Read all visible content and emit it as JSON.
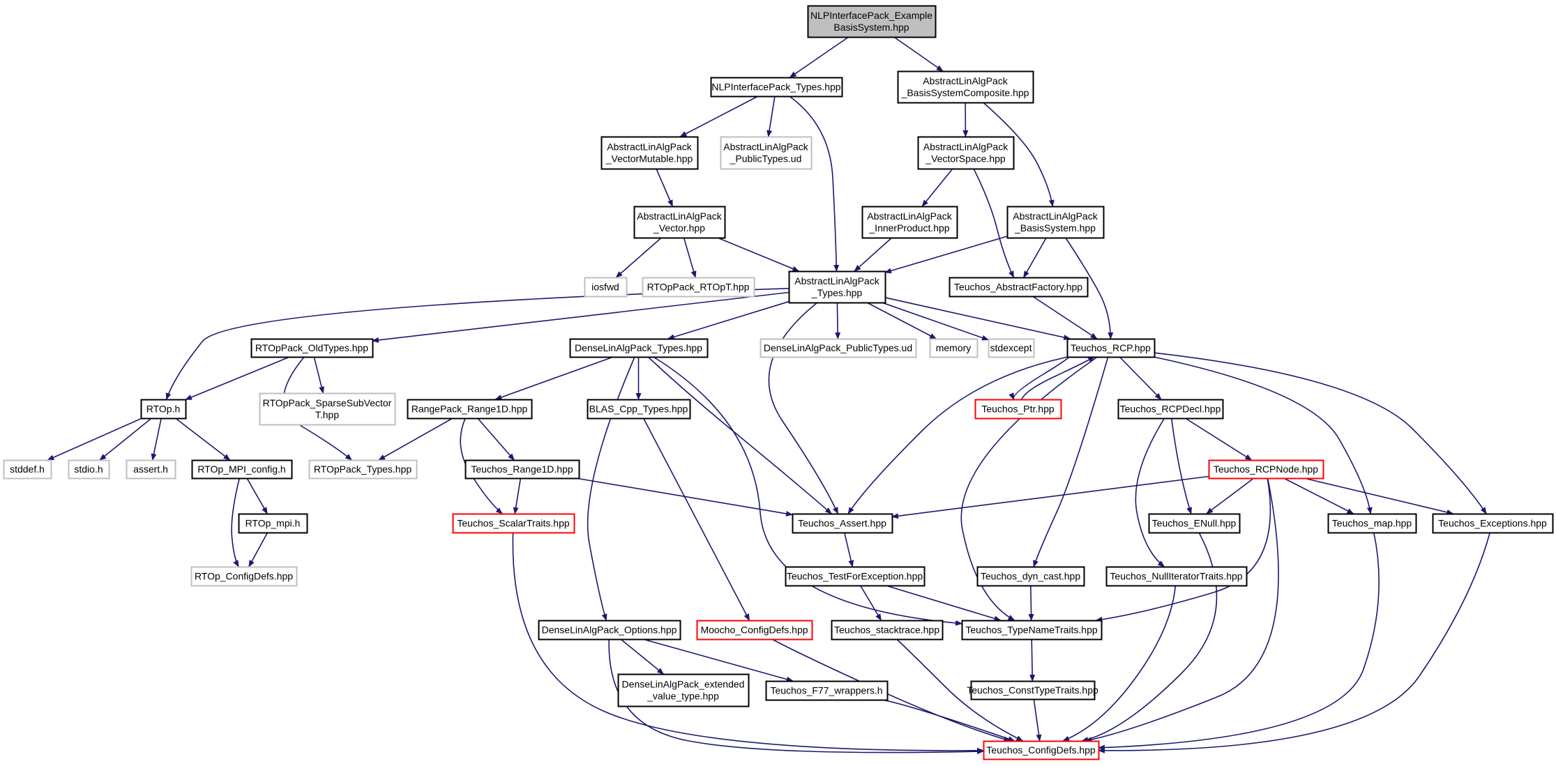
{
  "colors": {
    "edge": "#191970",
    "node_border": "#000000",
    "node_border_undocumented": "#bfbfbf",
    "node_border_truncated": "#ff0000",
    "root_fill": "#bfbfbf",
    "node_fill": "#ffffff",
    "text": "#000000"
  },
  "nodes": [
    {
      "id": "root",
      "lines": [
        "NLPInterfacePack_Example",
        "BasisSystem.hpp"
      ],
      "style": "root"
    },
    {
      "id": "nlp_types",
      "lines": [
        "NLPInterfacePack_Types.hpp"
      ],
      "style": "normal"
    },
    {
      "id": "ala_bscomp",
      "lines": [
        "AbstractLinAlgPack",
        "_BasisSystemComposite.hpp"
      ],
      "style": "normal"
    },
    {
      "id": "ala_vecmut",
      "lines": [
        "AbstractLinAlgPack",
        "_VectorMutable.hpp"
      ],
      "style": "normal"
    },
    {
      "id": "ala_pubtypes",
      "lines": [
        "AbstractLinAlgPack",
        "_PublicTypes.ud"
      ],
      "style": "gray"
    },
    {
      "id": "ala_vecspace",
      "lines": [
        "AbstractLinAlgPack",
        "_VectorSpace.hpp"
      ],
      "style": "normal"
    },
    {
      "id": "ala_vector",
      "lines": [
        "AbstractLinAlgPack",
        "_Vector.hpp"
      ],
      "style": "normal"
    },
    {
      "id": "ala_innerprod",
      "lines": [
        "AbstractLinAlgPack",
        "_InnerProduct.hpp"
      ],
      "style": "normal"
    },
    {
      "id": "ala_basissys",
      "lines": [
        "AbstractLinAlgPack",
        "_BasisSystem.hpp"
      ],
      "style": "normal"
    },
    {
      "id": "iosfwd",
      "lines": [
        "iosfwd"
      ],
      "style": "gray"
    },
    {
      "id": "rtop_rtopt",
      "lines": [
        "RTOpPack_RTOpT.hpp"
      ],
      "style": "gray"
    },
    {
      "id": "ala_types",
      "lines": [
        "AbstractLinAlgPack",
        "_Types.hpp"
      ],
      "style": "normal"
    },
    {
      "id": "teuchos_absfact",
      "lines": [
        "Teuchos_AbstractFactory.hpp"
      ],
      "style": "normal"
    },
    {
      "id": "rtop_oldtypes",
      "lines": [
        "RTOpPack_OldTypes.hpp"
      ],
      "style": "normal"
    },
    {
      "id": "dla_types",
      "lines": [
        "DenseLinAlgPack_Types.hpp"
      ],
      "style": "normal"
    },
    {
      "id": "dla_pubtypes",
      "lines": [
        "DenseLinAlgPack_PublicTypes.ud"
      ],
      "style": "gray"
    },
    {
      "id": "memory",
      "lines": [
        "memory"
      ],
      "style": "gray"
    },
    {
      "id": "stdexcept",
      "lines": [
        "stdexcept"
      ],
      "style": "gray"
    },
    {
      "id": "teuchos_rcp",
      "lines": [
        "Teuchos_RCP.hpp"
      ],
      "style": "normal"
    },
    {
      "id": "rtop_h",
      "lines": [
        "RTOp.h"
      ],
      "style": "normal"
    },
    {
      "id": "rtop_sparse",
      "lines": [
        "RTOpPack_SparseSubVector",
        "T.hpp"
      ],
      "style": "gray"
    },
    {
      "id": "range_1d",
      "lines": [
        "RangePack_Range1D.hpp"
      ],
      "style": "normal"
    },
    {
      "id": "blas_cpp",
      "lines": [
        "BLAS_Cpp_Types.hpp"
      ],
      "style": "normal"
    },
    {
      "id": "teuchos_ptr",
      "lines": [
        "Teuchos_Ptr.hpp"
      ],
      "style": "red"
    },
    {
      "id": "teuchos_rcpdecl",
      "lines": [
        "Teuchos_RCPDecl.hpp"
      ],
      "style": "normal"
    },
    {
      "id": "stddef",
      "lines": [
        "stddef.h"
      ],
      "style": "gray"
    },
    {
      "id": "stdio",
      "lines": [
        "stdio.h"
      ],
      "style": "gray"
    },
    {
      "id": "assert",
      "lines": [
        "assert.h"
      ],
      "style": "gray"
    },
    {
      "id": "rtop_mpi_config",
      "lines": [
        "RTOp_MPI_config.h"
      ],
      "style": "normal"
    },
    {
      "id": "rtop_types",
      "lines": [
        "RTOpPack_Types.hpp"
      ],
      "style": "gray"
    },
    {
      "id": "teuchos_range1d",
      "lines": [
        "Teuchos_Range1D.hpp"
      ],
      "style": "normal"
    },
    {
      "id": "teuchos_rcpnode",
      "lines": [
        "Teuchos_RCPNode.hpp"
      ],
      "style": "red"
    },
    {
      "id": "rtop_mpi",
      "lines": [
        "RTOp_mpi.h"
      ],
      "style": "normal"
    },
    {
      "id": "teuchos_scalar",
      "lines": [
        "Teuchos_ScalarTraits.hpp"
      ],
      "style": "red"
    },
    {
      "id": "teuchos_assert",
      "lines": [
        "Teuchos_Assert.hpp"
      ],
      "style": "normal"
    },
    {
      "id": "teuchos_enull",
      "lines": [
        "Teuchos_ENull.hpp"
      ],
      "style": "normal"
    },
    {
      "id": "teuchos_map",
      "lines": [
        "Teuchos_map.hpp"
      ],
      "style": "normal"
    },
    {
      "id": "teuchos_exceptions",
      "lines": [
        "Teuchos_Exceptions.hpp"
      ],
      "style": "normal"
    },
    {
      "id": "rtop_configdefs",
      "lines": [
        "RTOp_ConfigDefs.hpp"
      ],
      "style": "gray"
    },
    {
      "id": "teuchos_testfor",
      "lines": [
        "Teuchos_TestForException.hpp"
      ],
      "style": "normal"
    },
    {
      "id": "teuchos_dyncast",
      "lines": [
        "Teuchos_dyn_cast.hpp"
      ],
      "style": "normal"
    },
    {
      "id": "teuchos_nulliter",
      "lines": [
        "Teuchos_NullIteratorTraits.hpp"
      ],
      "style": "normal"
    },
    {
      "id": "dla_options",
      "lines": [
        "DenseLinAlgPack_Options.hpp"
      ],
      "style": "normal"
    },
    {
      "id": "moocho_config",
      "lines": [
        "Moocho_ConfigDefs.hpp"
      ],
      "style": "red"
    },
    {
      "id": "teuchos_stacktrace",
      "lines": [
        "Teuchos_stacktrace.hpp"
      ],
      "style": "normal"
    },
    {
      "id": "teuchos_typename",
      "lines": [
        "Teuchos_TypeNameTraits.hpp"
      ],
      "style": "normal"
    },
    {
      "id": "dla_extended",
      "lines": [
        "DenseLinAlgPack_extended",
        "_value_type.hpp"
      ],
      "style": "normal"
    },
    {
      "id": "teuchos_f77",
      "lines": [
        "Teuchos_F77_wrappers.h"
      ],
      "style": "normal"
    },
    {
      "id": "teuchos_consttype",
      "lines": [
        "Teuchos_ConstTypeTraits.hpp"
      ],
      "style": "normal"
    },
    {
      "id": "teuchos_configdefs",
      "lines": [
        "Teuchos_ConfigDefs.hpp"
      ],
      "style": "red"
    }
  ],
  "edges": [
    [
      "root",
      "nlp_types"
    ],
    [
      "root",
      "ala_bscomp"
    ],
    [
      "nlp_types",
      "ala_vecmut"
    ],
    [
      "nlp_types",
      "ala_pubtypes"
    ],
    [
      "nlp_types",
      "ala_types"
    ],
    [
      "ala_bscomp",
      "ala_vecspace"
    ],
    [
      "ala_bscomp",
      "ala_basissys"
    ],
    [
      "ala_vecmut",
      "ala_vector"
    ],
    [
      "ala_vecspace",
      "ala_innerprod"
    ],
    [
      "ala_vecspace",
      "teuchos_absfact"
    ],
    [
      "ala_vector",
      "iosfwd"
    ],
    [
      "ala_vector",
      "rtop_rtopt"
    ],
    [
      "ala_vector",
      "ala_types"
    ],
    [
      "ala_innerprod",
      "ala_types"
    ],
    [
      "ala_basissys",
      "ala_types"
    ],
    [
      "ala_basissys",
      "teuchos_absfact"
    ],
    [
      "ala_basissys",
      "teuchos_rcp"
    ],
    [
      "teuchos_absfact",
      "teuchos_rcp"
    ],
    [
      "ala_types",
      "rtop_h"
    ],
    [
      "ala_types",
      "rtop_oldtypes"
    ],
    [
      "ala_types",
      "dla_types"
    ],
    [
      "ala_types",
      "dla_pubtypes"
    ],
    [
      "ala_types",
      "memory"
    ],
    [
      "ala_types",
      "stdexcept"
    ],
    [
      "ala_types",
      "teuchos_rcp"
    ],
    [
      "ala_types",
      "teuchos_assert"
    ],
    [
      "rtop_oldtypes",
      "rtop_h"
    ],
    [
      "rtop_oldtypes",
      "rtop_sparse"
    ],
    [
      "rtop_oldtypes",
      "rtop_types"
    ],
    [
      "dla_types",
      "range_1d"
    ],
    [
      "dla_types",
      "blas_cpp"
    ],
    [
      "dla_types",
      "dla_options"
    ],
    [
      "dla_types",
      "teuchos_assert"
    ],
    [
      "dla_types",
      "teuchos_typename"
    ],
    [
      "teuchos_rcp",
      "teuchos_ptr"
    ],
    [
      "teuchos_ptr",
      "teuchos_rcp"
    ],
    [
      "teuchos_rcp",
      "teuchos_rcpdecl"
    ],
    [
      "teuchos_rcp",
      "teuchos_assert"
    ],
    [
      "teuchos_rcp",
      "teuchos_typename"
    ],
    [
      "teuchos_rcp",
      "teuchos_dyncast"
    ],
    [
      "teuchos_rcp",
      "teuchos_map"
    ],
    [
      "teuchos_rcp",
      "teuchos_exceptions"
    ],
    [
      "rtop_h",
      "stddef"
    ],
    [
      "rtop_h",
      "stdio"
    ],
    [
      "rtop_h",
      "assert"
    ],
    [
      "rtop_h",
      "rtop_mpi_config"
    ],
    [
      "range_1d",
      "rtop_types"
    ],
    [
      "range_1d",
      "teuchos_range1d"
    ],
    [
      "range_1d",
      "teuchos_scalar"
    ],
    [
      "blas_cpp",
      "moocho_config"
    ],
    [
      "teuchos_rcpdecl",
      "teuchos_rcpnode"
    ],
    [
      "teuchos_rcpdecl",
      "teuchos_enull"
    ],
    [
      "teuchos_rcpdecl",
      "teuchos_nulliter"
    ],
    [
      "rtop_mpi_config",
      "rtop_mpi"
    ],
    [
      "rtop_mpi_config",
      "rtop_configdefs"
    ],
    [
      "rtop_mpi",
      "rtop_configdefs"
    ],
    [
      "teuchos_range1d",
      "teuchos_scalar"
    ],
    [
      "teuchos_range1d",
      "teuchos_assert"
    ],
    [
      "teuchos_rcpnode",
      "teuchos_assert"
    ],
    [
      "teuchos_rcpnode",
      "teuchos_enull"
    ],
    [
      "teuchos_rcpnode",
      "teuchos_map"
    ],
    [
      "teuchos_rcpnode",
      "teuchos_exceptions"
    ],
    [
      "teuchos_rcpnode",
      "teuchos_typename"
    ],
    [
      "teuchos_rcpnode",
      "teuchos_configdefs"
    ],
    [
      "teuchos_scalar",
      "teuchos_configdefs"
    ],
    [
      "teuchos_assert",
      "teuchos_testfor"
    ],
    [
      "teuchos_enull",
      "teuchos_configdefs"
    ],
    [
      "teuchos_map",
      "teuchos_configdefs"
    ],
    [
      "teuchos_exceptions",
      "teuchos_configdefs"
    ],
    [
      "teuchos_testfor",
      "teuchos_stacktrace"
    ],
    [
      "teuchos_testfor",
      "teuchos_typename"
    ],
    [
      "teuchos_dyncast",
      "teuchos_typename"
    ],
    [
      "teuchos_nulliter",
      "teuchos_configdefs"
    ],
    [
      "dla_options",
      "dla_extended"
    ],
    [
      "dla_options",
      "teuchos_f77"
    ],
    [
      "dla_options",
      "teuchos_configdefs"
    ],
    [
      "moocho_config",
      "teuchos_configdefs"
    ],
    [
      "teuchos_stacktrace",
      "teuchos_configdefs"
    ],
    [
      "teuchos_typename",
      "teuchos_consttype"
    ],
    [
      "teuchos_f77",
      "teuchos_configdefs"
    ],
    [
      "teuchos_consttype",
      "teuchos_configdefs"
    ]
  ]
}
